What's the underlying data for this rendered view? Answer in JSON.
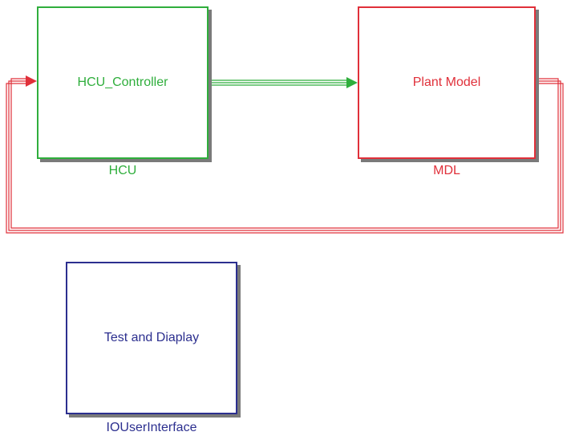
{
  "blocks": {
    "hcu": {
      "label": "HCU_Controller",
      "caption": "HCU",
      "color": "#2fae3c"
    },
    "mdl": {
      "label": "Plant Model",
      "caption": "MDL",
      "color": "#e0303a"
    },
    "io": {
      "label": "Test and Diaplay",
      "caption": "IOUserInterface",
      "color": "#2c2f8f"
    }
  },
  "connections": [
    {
      "from": "HCU_Controller",
      "to": "Plant Model",
      "color": "#2fae3c"
    },
    {
      "from": "Plant Model",
      "to": "HCU_Controller",
      "color": "#e0303a"
    }
  ]
}
